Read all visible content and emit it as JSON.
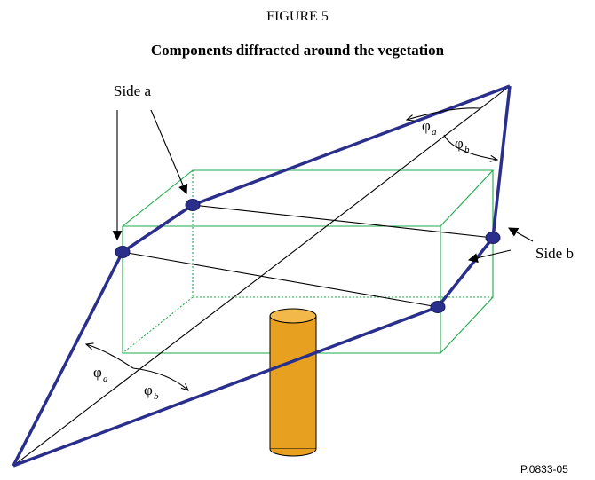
{
  "figure": {
    "number": "FIGURE 5",
    "title": "Components diffracted around the vegetation",
    "reference": "P.0833-05"
  },
  "labels": {
    "side_a": "Side a",
    "side_b": "Side b",
    "phi": "φ",
    "sub_a": "a",
    "sub_b": "b"
  },
  "colors": {
    "path": "#2b2f8c",
    "box": "#1faa4a",
    "node": "#2b2f8c",
    "trunk": "#e8a020",
    "lines": "#000000"
  }
}
